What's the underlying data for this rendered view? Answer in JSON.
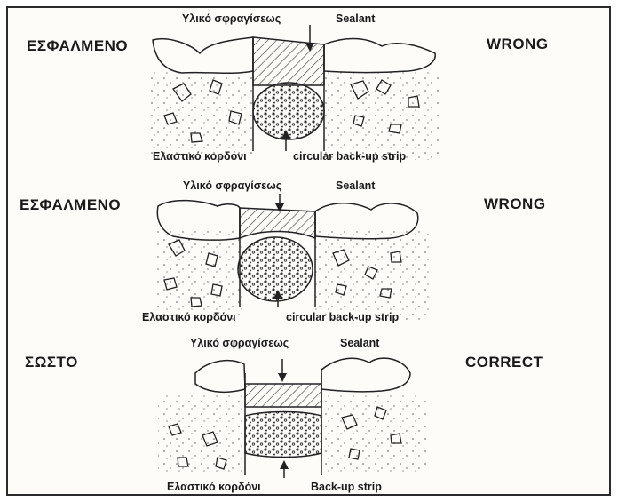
{
  "panels": [
    {
      "left_label": "ΕΣΦΑΛΜΕΝΟ",
      "right_label": "WRONG",
      "sealant_gr": "Υλικό σφραγίσεως",
      "sealant_en": "Sealant",
      "strip_gr": "Ελαστικό κορδόνι",
      "strip_en": "circular back-up strip"
    },
    {
      "left_label": "ΕΣΦΑΛΜΕΝΟ",
      "right_label": "WRONG",
      "sealant_gr": "Υλικό σφραγίσεως",
      "sealant_en": "Sealant",
      "strip_gr": "Ελαστικό κορδόνι",
      "strip_en": "circular back-up strip"
    },
    {
      "left_label": "ΣΩΣΤΟ",
      "right_label": "CORRECT",
      "sealant_gr": "Υλικό σφραγίσεως",
      "sealant_en": "Sealant",
      "strip_gr": "Ελαστικό κορδόνι",
      "strip_en": "Back-up strip"
    }
  ]
}
